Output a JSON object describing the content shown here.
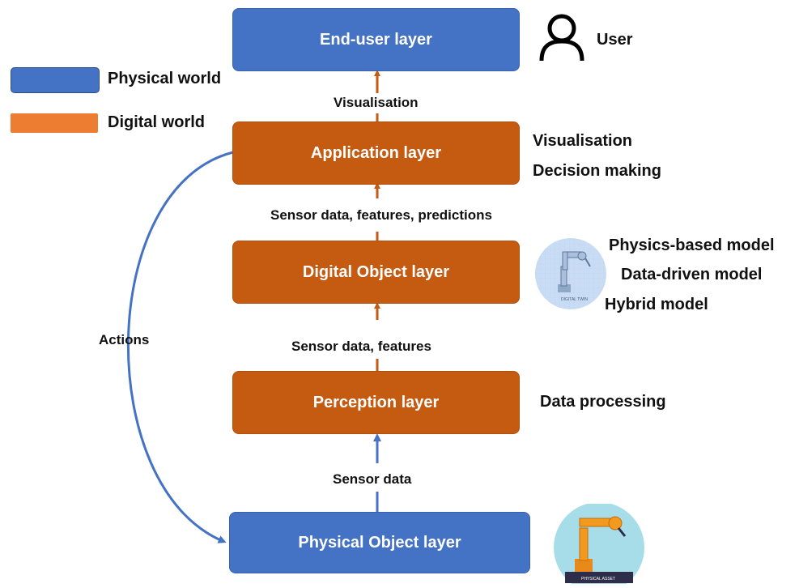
{
  "legend": {
    "physical_label": "Physical world",
    "digital_label": "Digital world",
    "physical_color": "#4472c4",
    "digital_color": "#ed7d31"
  },
  "layers": {
    "end_user": "End-user layer",
    "application": "Application layer",
    "digital_object": "Digital Object layer",
    "perception": "Perception layer",
    "physical_object": "Physical Object layer"
  },
  "flows": {
    "visualisation": "Visualisation",
    "app_inputs": "Sensor data, features, predictions",
    "digital_inputs": "Sensor data, features",
    "perception_inputs": "Sensor data",
    "actions": "Actions"
  },
  "annotations": {
    "user": "User",
    "app_1": "Visualisation",
    "app_2": "Decision making",
    "model_1": "Physics-based model",
    "model_2": "Data-driven model",
    "model_3": "Hybrid model",
    "perception": "Data processing"
  },
  "image_captions": {
    "digital_twin": "DIGITAL TWIN",
    "physical_asset": "PHYSICAL ASSET"
  },
  "icons": [
    "user-icon",
    "digital-twin-robot-icon",
    "physical-asset-robot-icon"
  ],
  "colors": {
    "blue_layer": "#4472c4",
    "orange_layer": "#c55a11",
    "orange_arrow": "#c55a11",
    "blue_arrow": "#4472c4"
  }
}
